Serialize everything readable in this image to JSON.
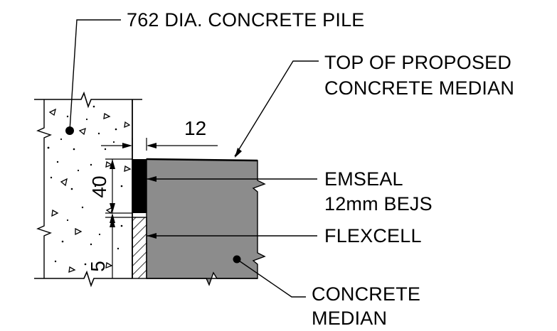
{
  "labels": {
    "pile": "762 DIA. CONCRETE PILE",
    "top_line1": "TOP OF PROPOSED",
    "top_line2": "CONCRETE MEDIAN",
    "emseal_line1": "EMSEAL",
    "emseal_line2": "12mm BEJS",
    "flexcell": "FLEXCELL",
    "median_line1": "CONCRETE",
    "median_line2": "MEDIAN"
  },
  "dimensions": {
    "gap_width": "12",
    "seal_depth": "40",
    "bottom_gap": "5"
  },
  "colors": {
    "median_fill": "#8c8c8c",
    "seal_fill": "#000000",
    "line": "#000000",
    "background": "#ffffff"
  }
}
